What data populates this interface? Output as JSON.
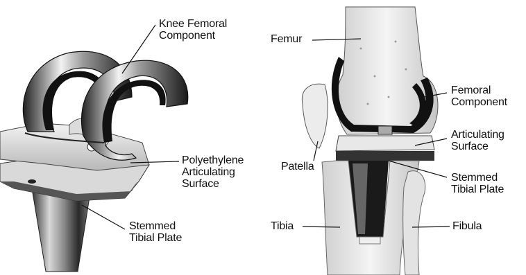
{
  "left_diagram": {
    "labels": {
      "knee_femoral_component": [
        "Knee Femoral",
        "Component"
      ],
      "polyethylene_surface": [
        "Polyethylene",
        "Articulating",
        "Surface"
      ],
      "stemmed_tibial_plate": [
        "Stemmed",
        "Tibial Plate"
      ]
    }
  },
  "right_diagram": {
    "labels": {
      "femur": "Femur",
      "femoral_component": [
        "Femoral",
        "Component"
      ],
      "articulating_surface": [
        "Articulating",
        "Surface"
      ],
      "patella": "Patella",
      "stemmed_tibial_plate": [
        "Stemmed",
        "Tibial Plate"
      ],
      "tibia": "Tibia",
      "fibula": "Fibula"
    }
  }
}
